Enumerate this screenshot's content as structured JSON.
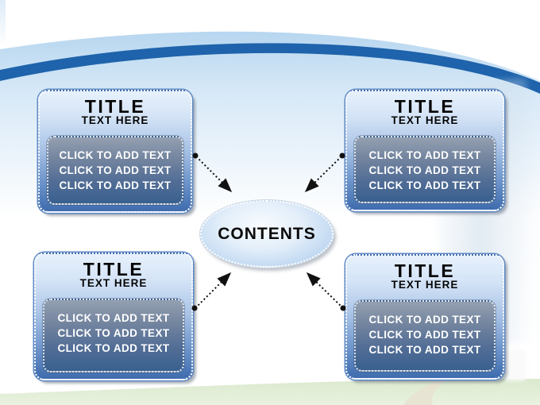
{
  "slide": {
    "center": {
      "label": "CONTENTS"
    },
    "boxes": [
      {
        "position": "top-left",
        "title": "TITLE",
        "subtitle": "TEXT HERE",
        "lines": [
          "CLICK TO ADD TEXT",
          "CLICK TO ADD TEXT",
          "CLICK TO ADD TEXT"
        ]
      },
      {
        "position": "top-right",
        "title": "TITLE",
        "subtitle": "TEXT HERE",
        "lines": [
          "CLICK TO ADD TEXT",
          "CLICK TO ADD TEXT",
          "CLICK TO ADD TEXT"
        ]
      },
      {
        "position": "bottom-left",
        "title": "TITLE",
        "subtitle": "TEXT HERE",
        "lines": [
          "CLICK TO ADD TEXT",
          "CLICK TO ADD TEXT",
          "CLICK TO ADD TEXT"
        ]
      },
      {
        "position": "bottom-right",
        "title": "TITLE",
        "subtitle": "TEXT HERE",
        "lines": [
          "CLICK TO ADD TEXT",
          "CLICK TO ADD TEXT",
          "CLICK TO ADD TEXT"
        ]
      }
    ],
    "colors": {
      "swoosh_dark": "#1e63ab",
      "swoosh_light": "#c9e2f5",
      "box_fill_top": "#e7f1fc",
      "box_fill_bottom": "#3f6cae",
      "panel_fill_top": "#94a0b1",
      "panel_fill_bottom": "#39608f",
      "ellipse_edge": "#a6c7ec",
      "hill_green": "#dfecd3",
      "trail_tan": "#e8e2d2",
      "title_text": "#050505",
      "placeholder_text": "#ffffff",
      "connector": "#111111"
    }
  }
}
